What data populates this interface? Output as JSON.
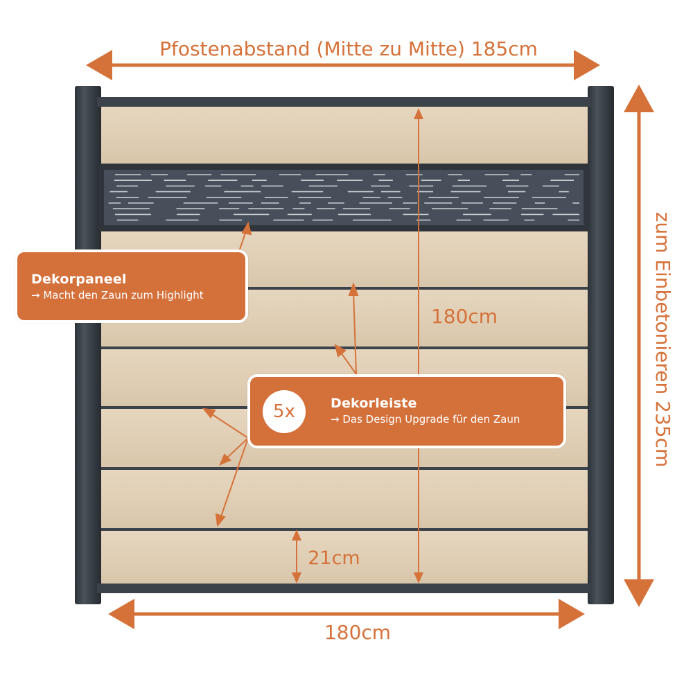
{
  "dimensions": {
    "post_spacing": "Pfostenabstand (Mitte zu Mitte) 185cm",
    "embed_height": "zum Einbetonieren 235cm",
    "panel_height": "180cm",
    "panel_width": "180cm",
    "board_height": "21cm"
  },
  "callouts": {
    "dekorpaneel": {
      "title": "Dekorpaneel",
      "subtitle": "→ Macht den Zaun zum Highlight"
    },
    "dekorleiste": {
      "count": "5x",
      "title": "Dekorleiste",
      "subtitle": "→ Das Design Upgrade für den Zaun"
    }
  },
  "colors": {
    "accent": "#d5723a",
    "post": "#3b4249",
    "board": "#e2d1b8",
    "strip": "#3b4249"
  }
}
